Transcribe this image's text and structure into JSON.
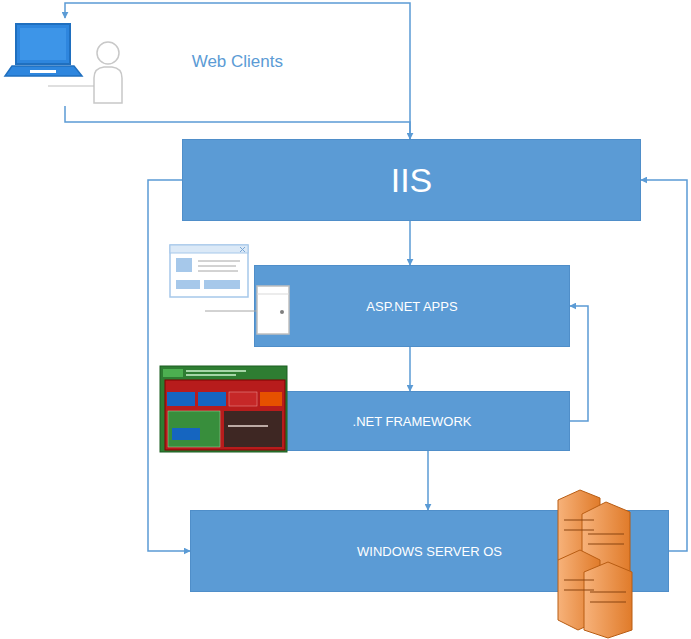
{
  "diagram": {
    "nodes": [
      {
        "text": [
          "Web Clients"
        ]
      },
      {
        "text": [
          "IIS"
        ]
      },
      {
        "text": [
          "ASP.NET APPS"
        ]
      },
      {
        "text": [
          ".NET FRAMEWORK"
        ]
      },
      {
        "text": [
          "WINDOWS SERVER OS"
        ]
      }
    ],
    "edges": [
      {
        "from": 0,
        "to": 1,
        "arrow": "to"
      },
      {
        "from": 1,
        "to": 0,
        "arrow": "to"
      },
      {
        "from": 1,
        "to": 2,
        "arrow": "to"
      },
      {
        "from": 2,
        "to": 3,
        "arrow": "to"
      },
      {
        "from": 3,
        "to": 2,
        "arrow": "to"
      },
      {
        "from": 3,
        "to": 4,
        "arrow": "to"
      },
      {
        "from": 1,
        "to": 4,
        "arrow": "to"
      },
      {
        "from": 4,
        "to": 1,
        "arrow": "to"
      }
    ]
  }
}
